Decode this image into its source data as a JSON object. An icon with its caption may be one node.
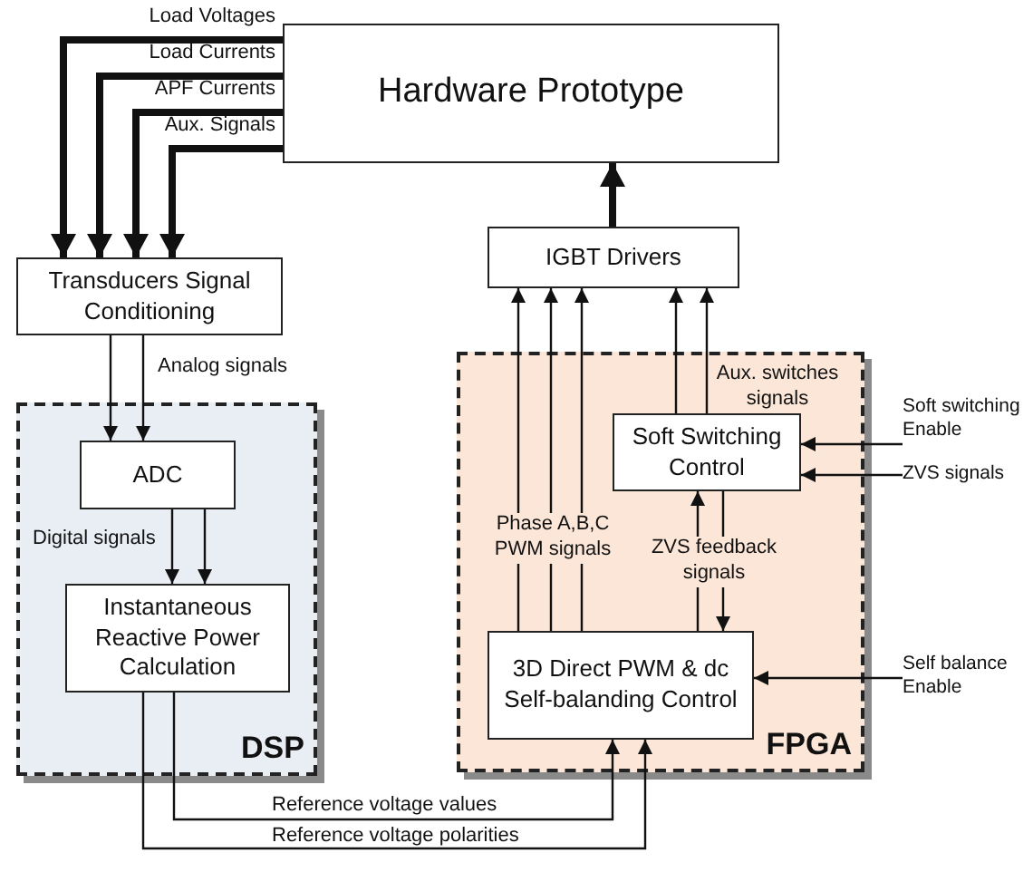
{
  "diagram": {
    "nodes": [
      {
        "text": [
          "Hardware Prototype"
        ]
      },
      {
        "text": [
          "Transducers Signal Conditioning"
        ]
      },
      {
        "text": [
          "IGBT Drivers"
        ]
      },
      {
        "text": [
          "DSP"
        ]
      },
      {
        "text": [
          "ADC"
        ],
        "in": 3
      },
      {
        "text": [
          "Instantaneous Reactive Power Calculation"
        ],
        "in": 3
      },
      {
        "text": [
          "FPGA"
        ]
      },
      {
        "text": [
          "Soft Switching Control"
        ],
        "in": 6
      },
      {
        "text": [
          "3D Direct PWM & dc Self-balanding Control"
        ],
        "in": 6
      },
      {
        "text": [
          "Soft switching Enable"
        ]
      },
      {
        "text": [
          "ZVS signals"
        ]
      },
      {
        "text": [
          "Self balance Enable"
        ]
      }
    ],
    "edges": [
      {
        "from": 0,
        "to": 1,
        "arrow": "to",
        "label": "Load Voltages",
        "style": "thick"
      },
      {
        "from": 0,
        "to": 1,
        "arrow": "to",
        "label": "Load Currents",
        "style": "thick"
      },
      {
        "from": 0,
        "to": 1,
        "arrow": "to",
        "label": "APF Currents",
        "style": "thick"
      },
      {
        "from": 0,
        "to": 1,
        "arrow": "to",
        "label": "Aux. Signals",
        "style": "thick"
      },
      {
        "from": 2,
        "to": 0,
        "arrow": "to",
        "style": "thick"
      },
      {
        "from": 1,
        "to": 4,
        "arrow": "to"
      },
      {
        "from": 1,
        "to": 4,
        "arrow": "to",
        "label": "Analog signals"
      },
      {
        "from": 4,
        "to": 5,
        "arrow": "to",
        "label": "Digital signals"
      },
      {
        "from": 4,
        "to": 5,
        "arrow": "to"
      },
      {
        "from": 8,
        "to": 2,
        "arrow": "to",
        "label": "Phase A,B,C PWM signals"
      },
      {
        "from": 8,
        "to": 2,
        "arrow": "to"
      },
      {
        "from": 8,
        "to": 2,
        "arrow": "to"
      },
      {
        "from": 7,
        "to": 2,
        "arrow": "to"
      },
      {
        "from": 7,
        "to": 2,
        "arrow": "to",
        "label": "Aux. switches signals"
      },
      {
        "from": 8,
        "to": 7,
        "arrow": "to",
        "label": "ZVS feedback signals"
      },
      {
        "from": 7,
        "to": 8,
        "arrow": "to"
      },
      {
        "from": 9,
        "to": 7,
        "arrow": "to"
      },
      {
        "from": 10,
        "to": 7,
        "arrow": "to"
      },
      {
        "from": 11,
        "to": 8,
        "arrow": "to"
      },
      {
        "from": 5,
        "to": 8,
        "arrow": "to",
        "label": "Reference voltage values"
      },
      {
        "from": 5,
        "to": 8,
        "arrow": "to",
        "label": "Reference voltage polarities"
      }
    ]
  }
}
